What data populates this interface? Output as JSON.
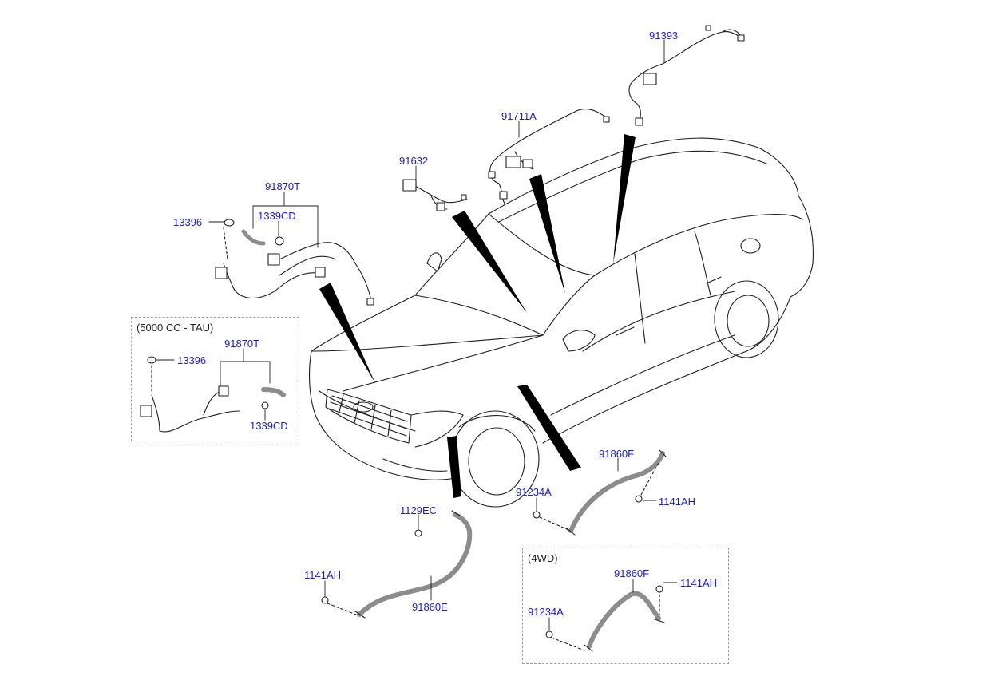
{
  "diagram": {
    "label_color": "#1a1ad6",
    "text_color": "#222222",
    "line_color": "#1e1e1e",
    "cable_color": "#8c8c8c",
    "labels": [
      {
        "id": "91393",
        "text": "91393"
      },
      {
        "id": "91711A",
        "text": "91711A"
      },
      {
        "id": "91632",
        "text": "91632"
      },
      {
        "id": "91870T_main",
        "text": "91870T"
      },
      {
        "id": "13396_main",
        "text": "13396"
      },
      {
        "id": "1339CD_main",
        "text": "1339CD"
      },
      {
        "id": "91870T_tau",
        "text": "91870T"
      },
      {
        "id": "13396_tau",
        "text": "13396"
      },
      {
        "id": "1339CD_tau",
        "text": "1339CD"
      },
      {
        "id": "91860F_main",
        "text": "91860F"
      },
      {
        "id": "91234A_main",
        "text": "91234A"
      },
      {
        "id": "1141AH_main",
        "text": "1141AH"
      },
      {
        "id": "1129EC",
        "text": "1129EC"
      },
      {
        "id": "1141AH_lower",
        "text": "1141AH"
      },
      {
        "id": "91860E",
        "text": "91860E"
      },
      {
        "id": "91860F_4wd",
        "text": "91860F"
      },
      {
        "id": "1141AH_4wd",
        "text": "1141AH"
      },
      {
        "id": "91234A_4wd",
        "text": "91234A"
      }
    ],
    "boxes": {
      "tau": {
        "title": "(5000 CC - TAU)"
      },
      "awd": {
        "title": "(4WD)"
      }
    }
  }
}
